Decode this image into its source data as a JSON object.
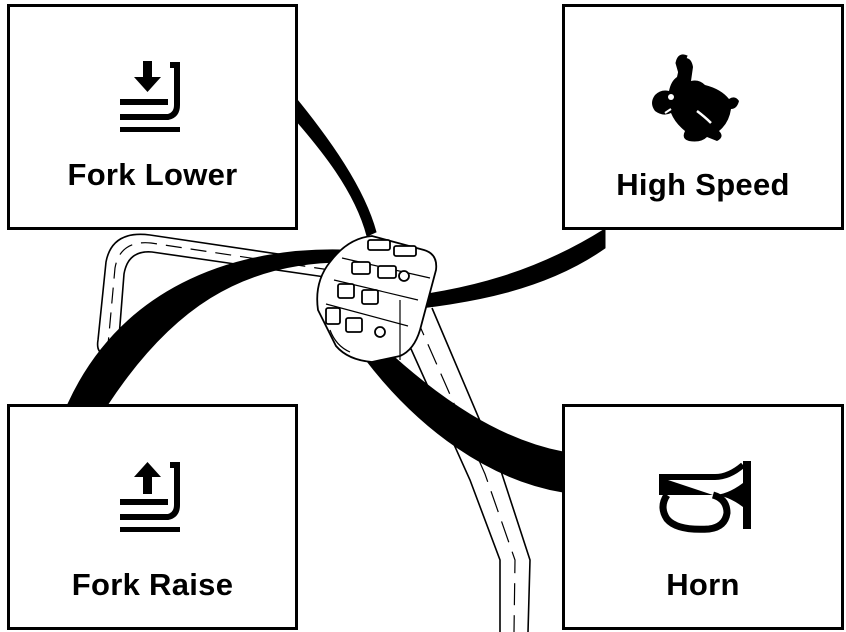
{
  "labels": {
    "fork_lower": "Fork Lower",
    "high_speed": "High Speed",
    "fork_raise": "Fork Raise",
    "horn": "Horn"
  },
  "icons": {
    "fork_lower": "fork-lower-icon",
    "high_speed": "rabbit-icon",
    "fork_raise": "fork-raise-icon",
    "horn": "horn-icon"
  },
  "colors": {
    "line": "#000000",
    "background": "#ffffff"
  }
}
